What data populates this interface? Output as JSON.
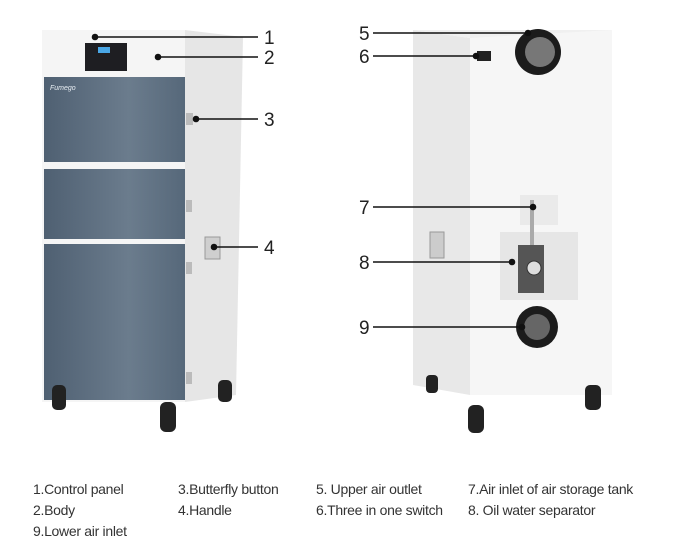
{
  "brand_logo": "Fumego",
  "callouts": [
    "1",
    "2",
    "3",
    "4",
    "5",
    "6",
    "7",
    "8",
    "9"
  ],
  "legend": [
    "1.Control panel",
    "2.Body",
    "9.Lower air inlet",
    "3.Butterfly button",
    "4.Handle",
    "5. Upper air outlet",
    "6.Three in one switch",
    "7.Air inlet of air storage tank",
    "8. Oil water separator"
  ],
  "colors": {
    "door": "#5f7081",
    "body": "#f3f3f3",
    "side": "#e4e4e4",
    "line": "#111111"
  }
}
